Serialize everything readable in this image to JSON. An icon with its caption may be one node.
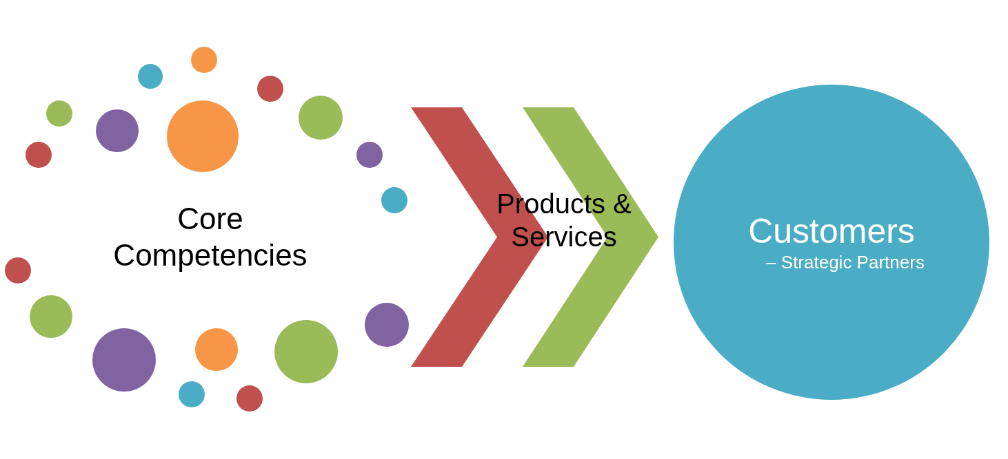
{
  "diagram": {
    "nodes": [
      {
        "text": [
          "Core Competencies"
        ]
      },
      {
        "text": [],
        "shape": "chevron"
      },
      {
        "text": [],
        "shape": "chevron"
      },
      {
        "text": [
          "Customers",
          "– Strategic Partners"
        ]
      }
    ],
    "labels": [
      "Products & Services"
    ]
  }
}
